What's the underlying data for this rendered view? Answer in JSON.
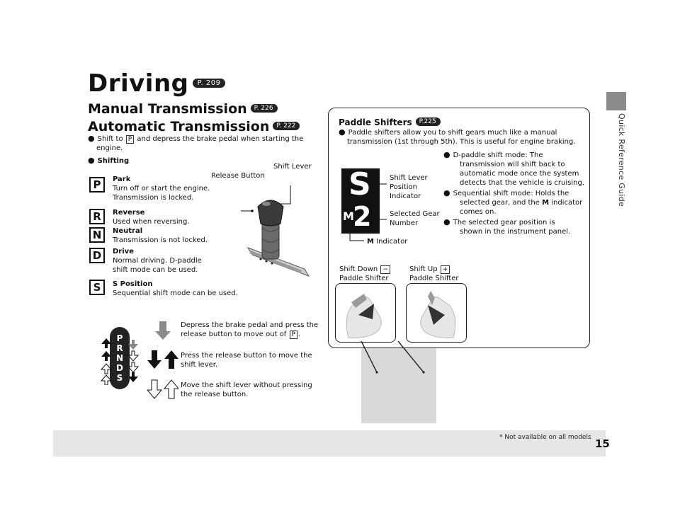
{
  "sidebar": {
    "label": "Quick Reference Guide"
  },
  "title": {
    "text": "Driving",
    "ref": "P. 209"
  },
  "manual": {
    "text": "Manual Transmission",
    "ref": "P. 226"
  },
  "automatic": {
    "text": "Automatic Transmission",
    "ref": "P. 222"
  },
  "bullets": {
    "shift_pre": "Shift to",
    "shift_key": "P",
    "shift_post": "and depress the brake pedal when starting the",
    "shift_line2": "engine.",
    "shifting": "Shifting"
  },
  "gears": [
    {
      "letter": "P",
      "name": "Park",
      "desc1": "Turn off or start the engine.",
      "desc2": "Transmission is locked."
    },
    {
      "letter": "R",
      "name": "Reverse",
      "desc1": "Used when reversing.",
      "desc2": ""
    },
    {
      "letter": "N",
      "name": "Neutral",
      "desc1": "Transmission is not locked.",
      "desc2": ""
    },
    {
      "letter": "D",
      "name": "Drive",
      "desc1": "Normal driving. D-paddle",
      "desc2": "shift mode can be used."
    },
    {
      "letter": "S",
      "name": "S Position",
      "desc1": "Sequential shift mode can be used.",
      "desc2": ""
    }
  ],
  "shifter": {
    "release_button": "Release Button",
    "shift_lever": "Shift Lever"
  },
  "legend": {
    "prnds": [
      "P",
      "R",
      "N",
      "D",
      "S"
    ],
    "item1_line1": "Depress the brake pedal and press the",
    "item1_line2_pre": "release button to move out of",
    "item1_key": "P",
    "item2_line1": "Press the release button to move the",
    "item2_line2": "shift lever.",
    "item3_line1": "Move the shift lever without pressing",
    "item3_line2": "the release button."
  },
  "paddle": {
    "title": "Paddle Shifters",
    "ref": "P.225",
    "intro1": "Paddle shifters allow you to shift gears much like a manual",
    "intro2": "transmission (1st through 5th). This is useful for engine braking.",
    "display_top": "S",
    "display_mid": "M",
    "display_num": "2",
    "pos_ind1": "Shift Lever",
    "pos_ind2": "Position",
    "pos_ind3": "Indicator",
    "sel1": "Selected Gear",
    "sel2": "Number",
    "m_ind_letter": "M",
    "m_ind_text": "Indicator",
    "d_mode": [
      "D-paddle shift mode: The",
      "transmission will shift back to",
      "automatic mode once the system",
      "detects that the vehicle is cruising."
    ],
    "s_mode_1": "Sequential shift mode: Holds the",
    "s_mode_2_pre": "selected gear, and the",
    "s_mode_2_m": "M",
    "s_mode_2_post": "indicator",
    "s_mode_3": "comes on.",
    "gear_pos": [
      "The selected gear position is",
      "shown in the instrument panel."
    ],
    "down_1": "Shift Down",
    "down_key": "−",
    "down_2": "Paddle Shifter",
    "up_1": "Shift Up",
    "up_key": "+",
    "up_2": "Paddle Shifter"
  },
  "footer": {
    "note": "* Not available on all models",
    "page": "15"
  }
}
